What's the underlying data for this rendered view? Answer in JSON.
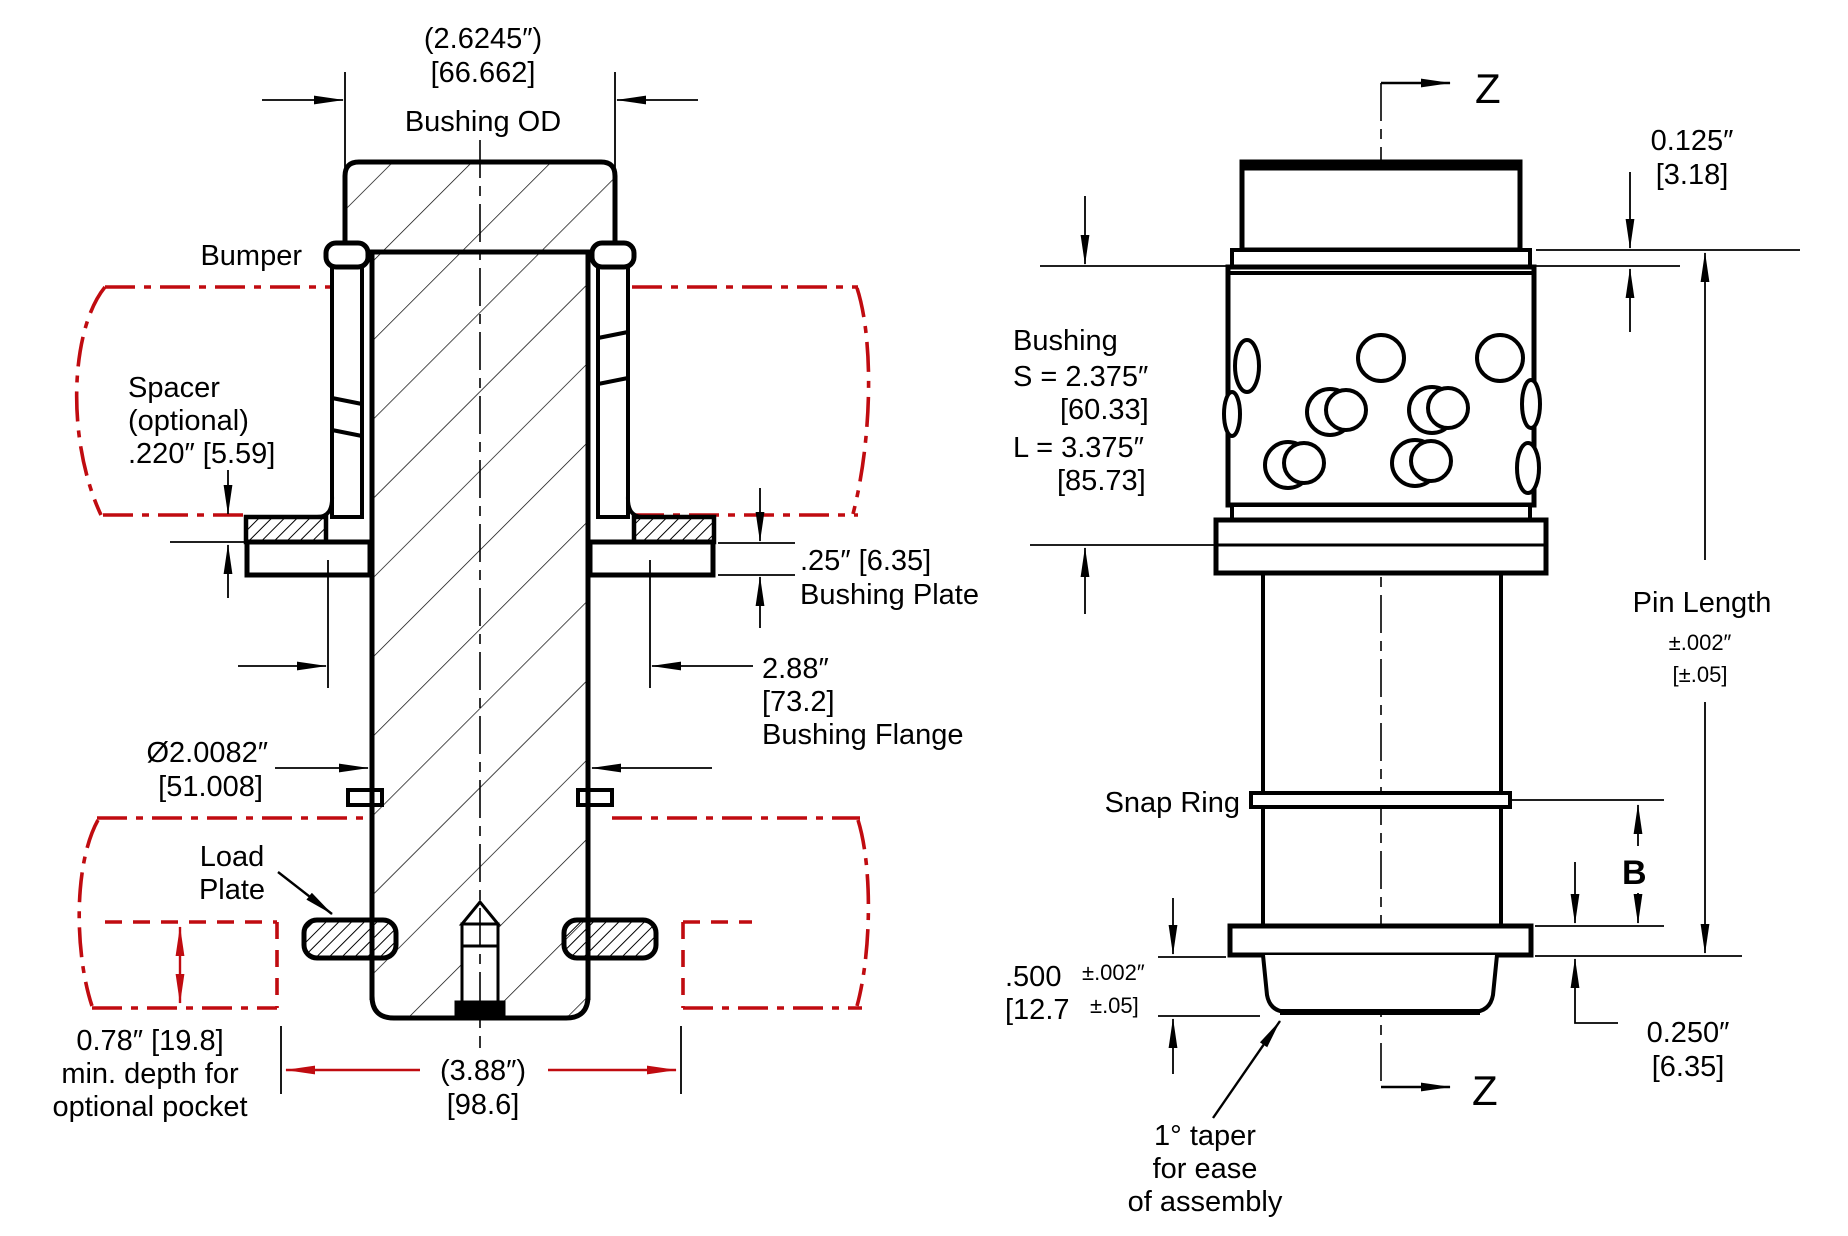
{
  "drawing": {
    "left_view": {
      "bushing_od": {
        "inch": "(2.6245″)",
        "mm": "[66.662]",
        "label": "Bushing OD"
      },
      "bumper_label": "Bumper",
      "spacer": {
        "line1": "Spacer",
        "line2": "(optional)",
        "line3": ".220″ [5.59]"
      },
      "bushing_plate": {
        "dim": ".25″ [6.35]",
        "label": "Bushing Plate"
      },
      "bushing_flange": {
        "inch": "2.88″",
        "mm": "[73.2]",
        "label": "Bushing Flange"
      },
      "pin_diameter": {
        "inch": "Ø2.0082″",
        "mm": "[51.008]"
      },
      "load_plate": {
        "line1": "Load",
        "line2": "Plate"
      },
      "pocket": {
        "line1": "0.78″ [19.8]",
        "line2": "min. depth for",
        "line3": "optional pocket"
      },
      "overall_width": {
        "inch": "(3.88″)",
        "mm": "[98.6]"
      }
    },
    "right_view": {
      "z_axis_top": "Z",
      "z_axis_bottom": "Z",
      "step_height": {
        "inch": "0.125″",
        "mm": "[3.18]"
      },
      "bushing": {
        "label": "Bushing",
        "s": "S = 2.375″",
        "s_mm": "[60.33]",
        "l": "L = 3.375″",
        "l_mm": "[85.73]"
      },
      "pin_length": {
        "label": "Pin Length",
        "tol": "±.002″",
        "tol_mm": "[±.05]"
      },
      "snap_ring_label": "Snap Ring",
      "b_label": "B",
      "tip_length": {
        "value": ".500",
        "tol": "±.002″",
        "mm": "[12.7",
        "mm_tol": "±.05]"
      },
      "flange_thickness": {
        "inch": "0.250″",
        "mm": "[6.35]"
      },
      "taper_note": {
        "line1": "1° taper",
        "line2": "for ease",
        "line3": "of assembly"
      }
    },
    "colors": {
      "line": "#000000",
      "phantom": "#c00b10"
    }
  }
}
